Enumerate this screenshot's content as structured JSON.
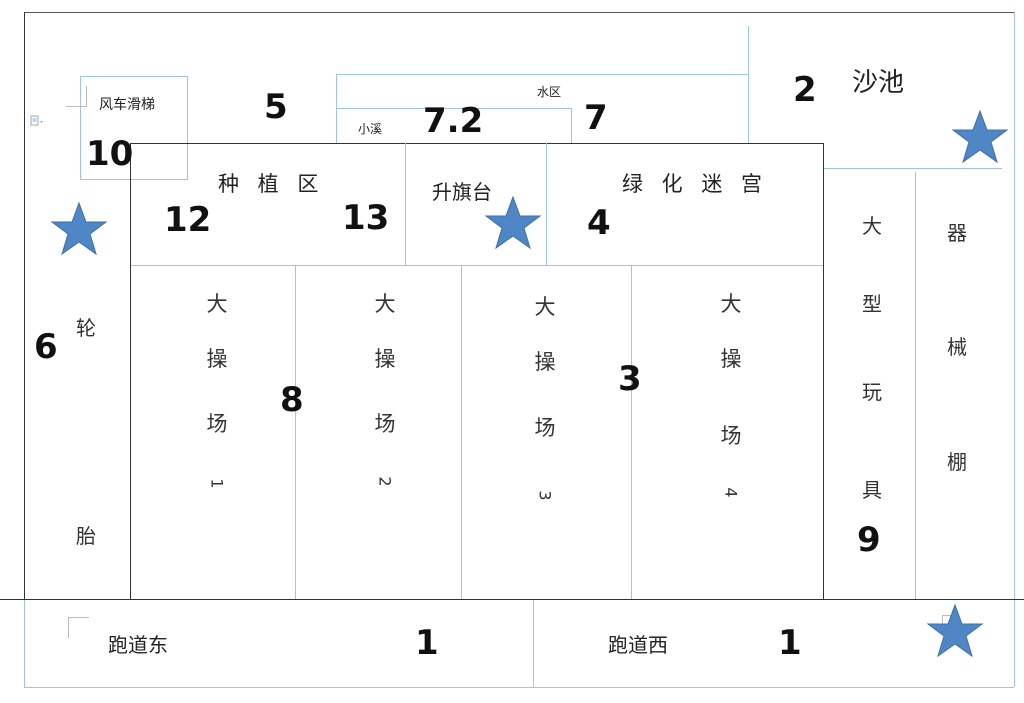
{
  "zones": {
    "windmill_slide": "风车滑梯",
    "water_area": "水区",
    "stream": "小溪",
    "sandpit": "沙池",
    "planting_area": "种 植 区",
    "flag_platform": "升旗台",
    "green_maze": "绿 化 迷 宫",
    "tire_chars": [
      "轮",
      "胎"
    ],
    "big_toys_chars": [
      "大",
      "型",
      "玩",
      "具"
    ],
    "equipment_shed_chars": [
      "器",
      "械",
      "棚"
    ],
    "playground_chars": [
      "大",
      "操",
      "场"
    ],
    "playground_numbers": [
      "1",
      "2",
      "3",
      "4"
    ],
    "track_east": "跑道东",
    "track_west": "跑道西"
  },
  "markers": {
    "n10": "10",
    "n5": "5",
    "n7_2": "7.2",
    "n7": "7",
    "n2": "2",
    "n12": "12",
    "n13": "13",
    "n4": "4",
    "n6": "6",
    "n8": "8",
    "n3": "3",
    "n9": "9",
    "n1_east": "1",
    "n1_west": "1"
  },
  "colors": {
    "line_light": "#9ec5e8",
    "line_dark": "#333333",
    "star_fill": "#4f87c6"
  },
  "icons": [
    "star-icon",
    "document-icon"
  ]
}
